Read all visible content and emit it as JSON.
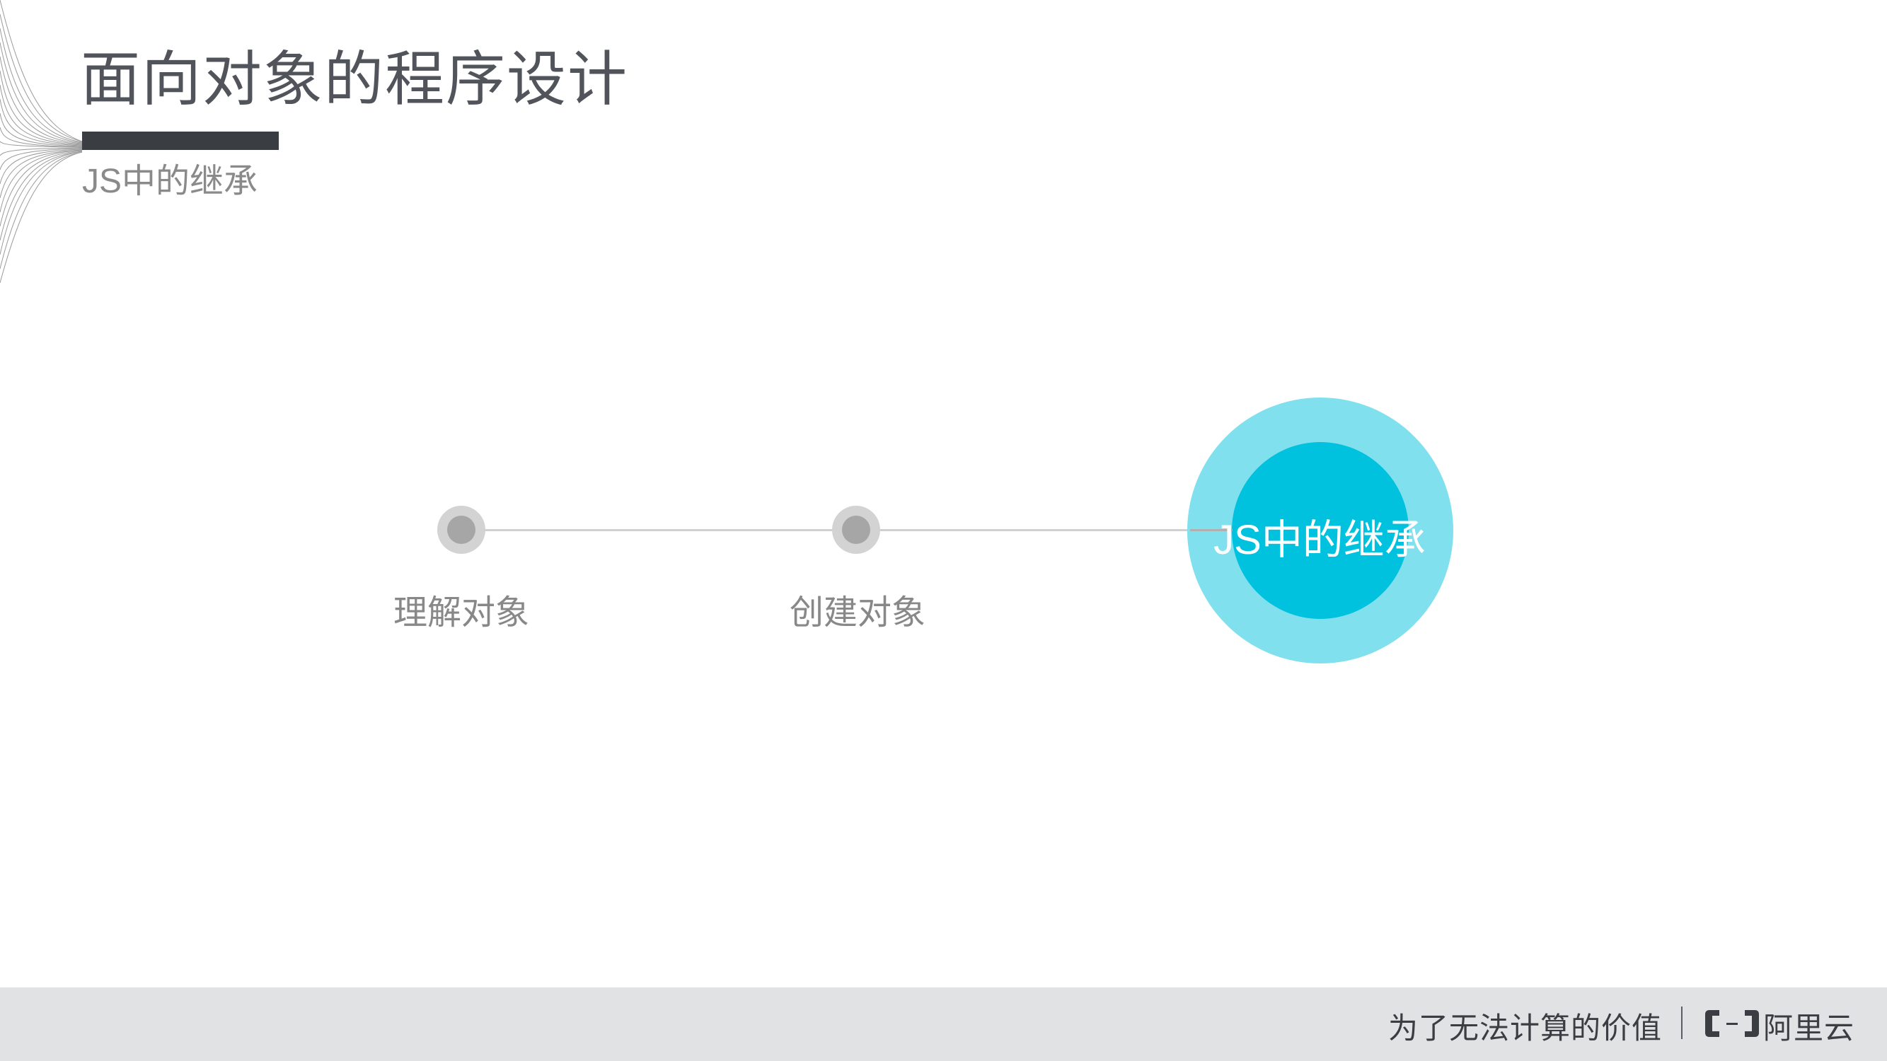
{
  "slide": {
    "title": "面向对象的程序设计",
    "subtitle": "JS中的继承"
  },
  "timeline": {
    "steps": [
      {
        "label": "理解对象",
        "state": "done"
      },
      {
        "label": "创建对象",
        "state": "done"
      },
      {
        "label": "JS中的继承",
        "state": "current"
      }
    ]
  },
  "colors": {
    "accent_outer": "#80E0EE",
    "accent_inner": "#00C1DE",
    "title_text": "#51555B",
    "bar": "#3A3E42",
    "footer_bg": "#E1E2E3"
  },
  "footer": {
    "slogan": "为了无法计算的价值",
    "brand": "阿里云",
    "logo_icon": "aliyun-logo-icon"
  }
}
